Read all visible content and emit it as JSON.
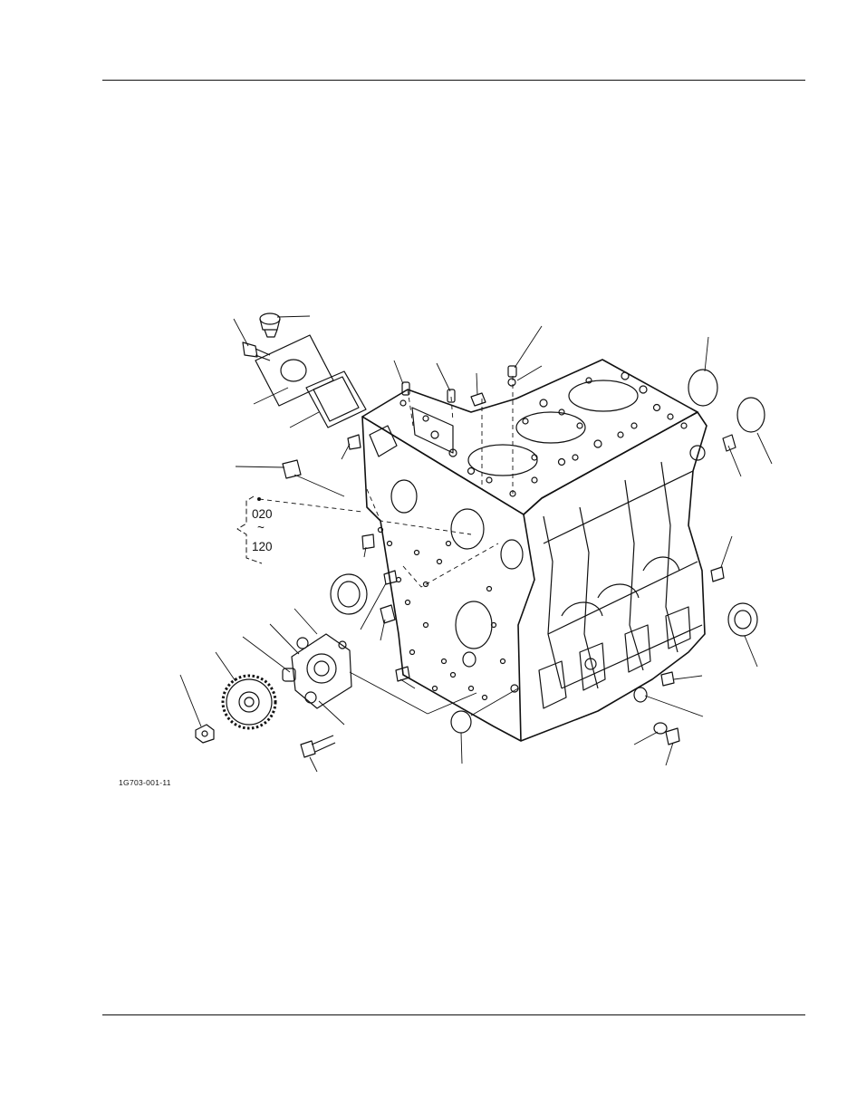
{
  "figure": {
    "id_label": "1G703-001-11",
    "range_start": "020",
    "range_tilde": "~",
    "range_end": "120"
  },
  "colors": {
    "ink": "#111111",
    "paper": "#ffffff"
  }
}
